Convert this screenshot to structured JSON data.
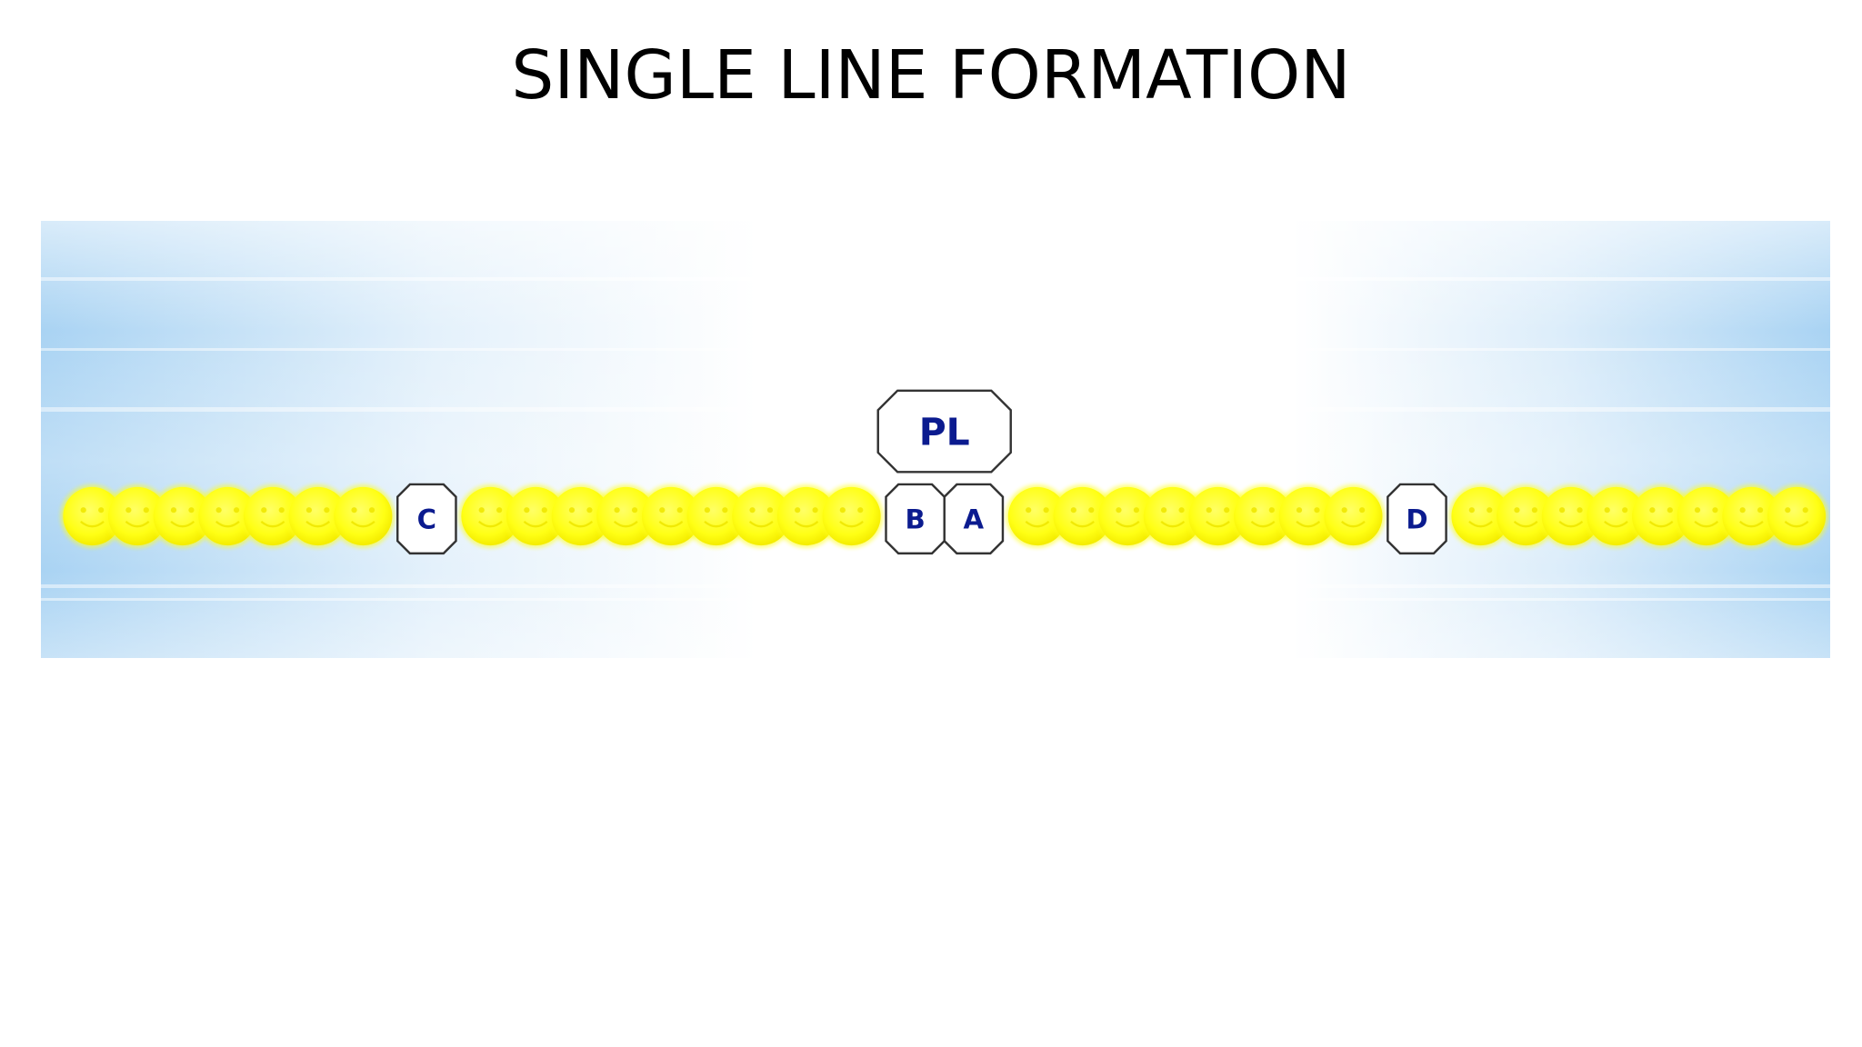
{
  "slide": {
    "title": "SINGLE LINE FORMATION"
  },
  "formation": {
    "leader": {
      "label": "PL"
    },
    "positions": [
      {
        "label": "C"
      },
      {
        "label": "B"
      },
      {
        "label": "A"
      },
      {
        "label": "D"
      }
    ],
    "line_sequence": [
      "m",
      "m",
      "m",
      "m",
      "m",
      "m",
      "m",
      "C",
      "m",
      "m",
      "m",
      "m",
      "m",
      "m",
      "m",
      "m",
      "m",
      "B",
      "A",
      "m",
      "m",
      "m",
      "m",
      "m",
      "m",
      "m",
      "m",
      "D",
      "m",
      "m",
      "m",
      "m",
      "m",
      "m",
      "m",
      "m"
    ],
    "colors": {
      "member_fill": "#ffff1a",
      "member_edge": "#f0e800",
      "marker_fill": "#ffffff",
      "marker_stroke": "#333333",
      "marker_text": "#0b1b8f",
      "sky_edge": "#a9d3f3",
      "sky_center": "#ffffff"
    },
    "icons": {
      "member": "smiley-face-icon",
      "marker": "octagon-marker-icon"
    }
  }
}
